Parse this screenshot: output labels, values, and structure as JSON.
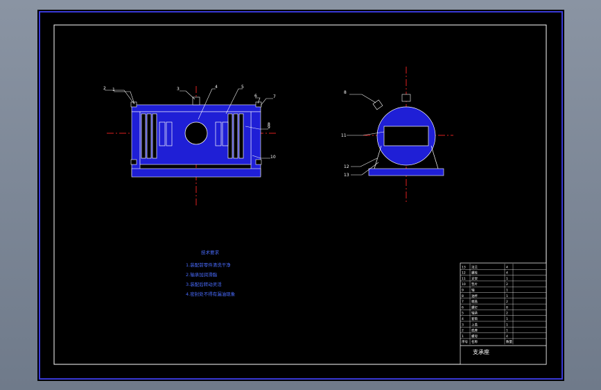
{
  "colors": {
    "sheet_bg": "#000000",
    "border_outer": "#3a3ad8",
    "border_inner": "#ffffff",
    "part_fill": "#1f1fd6",
    "centerline": "#e02020",
    "leader": "#ffffff",
    "notes": "#4a6cff",
    "table_line": "#ffffff"
  },
  "front_view": {
    "part_numbers": [
      "2",
      "1",
      "3",
      "4",
      "5",
      "6",
      "7",
      "8",
      "9",
      "10"
    ]
  },
  "side_view": {
    "part_numbers": [
      "8",
      "11",
      "12",
      "13"
    ]
  },
  "notes": {
    "title": "技术要求",
    "lines": [
      "1.装配前零件清洗干净",
      "2.轴承加润滑脂",
      "3.装配后转动灵活",
      "4.密封处不得有漏油现象"
    ]
  },
  "title_block": {
    "rows": [
      {
        "no": "13",
        "name": "法兰",
        "qty": "4"
      },
      {
        "no": "12",
        "name": "螺栓",
        "qty": "4"
      },
      {
        "no": "11",
        "name": "支架",
        "qty": "1"
      },
      {
        "no": "10",
        "name": "垫片",
        "qty": "2"
      },
      {
        "no": "9",
        "name": "轴",
        "qty": "1"
      },
      {
        "no": "8",
        "name": "油杯",
        "qty": "1"
      },
      {
        "no": "7",
        "name": "端盖",
        "qty": "2"
      },
      {
        "no": "6",
        "name": "螺钉",
        "qty": "8"
      },
      {
        "no": "5",
        "name": "轴承",
        "qty": "2"
      },
      {
        "no": "4",
        "name": "套筒",
        "qty": "1"
      },
      {
        "no": "3",
        "name": "上盖",
        "qty": "1"
      },
      {
        "no": "2",
        "name": "底座",
        "qty": "1"
      },
      {
        "no": "1",
        "name": "螺母",
        "qty": "4"
      }
    ],
    "header": {
      "no": "序号",
      "name": "名称",
      "qty": "数量"
    },
    "title": "支承座"
  }
}
